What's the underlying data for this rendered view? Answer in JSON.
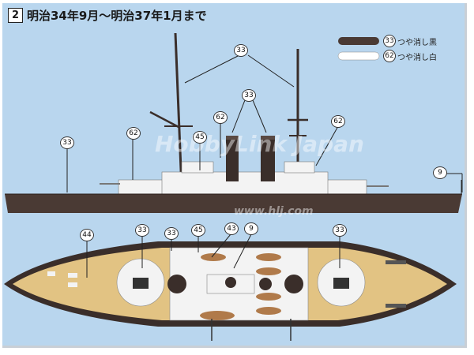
{
  "title": {
    "number": "2",
    "text": "明治34年9月〜明治37年1月まで"
  },
  "legend": [
    {
      "code": "33",
      "label": "つや消し黒",
      "color": "#4a3a34"
    },
    {
      "code": "62",
      "label": "つや消し白",
      "color": "#ffffff"
    }
  ],
  "side_callouts": [
    "33",
    "33",
    "33",
    "62",
    "62",
    "45",
    "62",
    "9"
  ],
  "top_callouts": [
    "44",
    "33",
    "33",
    "45",
    "43",
    "9",
    "33"
  ],
  "watermark": {
    "logo": "HobbyLink Japan",
    "url": "www.hlj.com"
  },
  "colors": {
    "background": "#b9d6ee",
    "hull": "#4a3a34",
    "deck": "#e2c383",
    "superstructure": "#f3f3f3"
  }
}
